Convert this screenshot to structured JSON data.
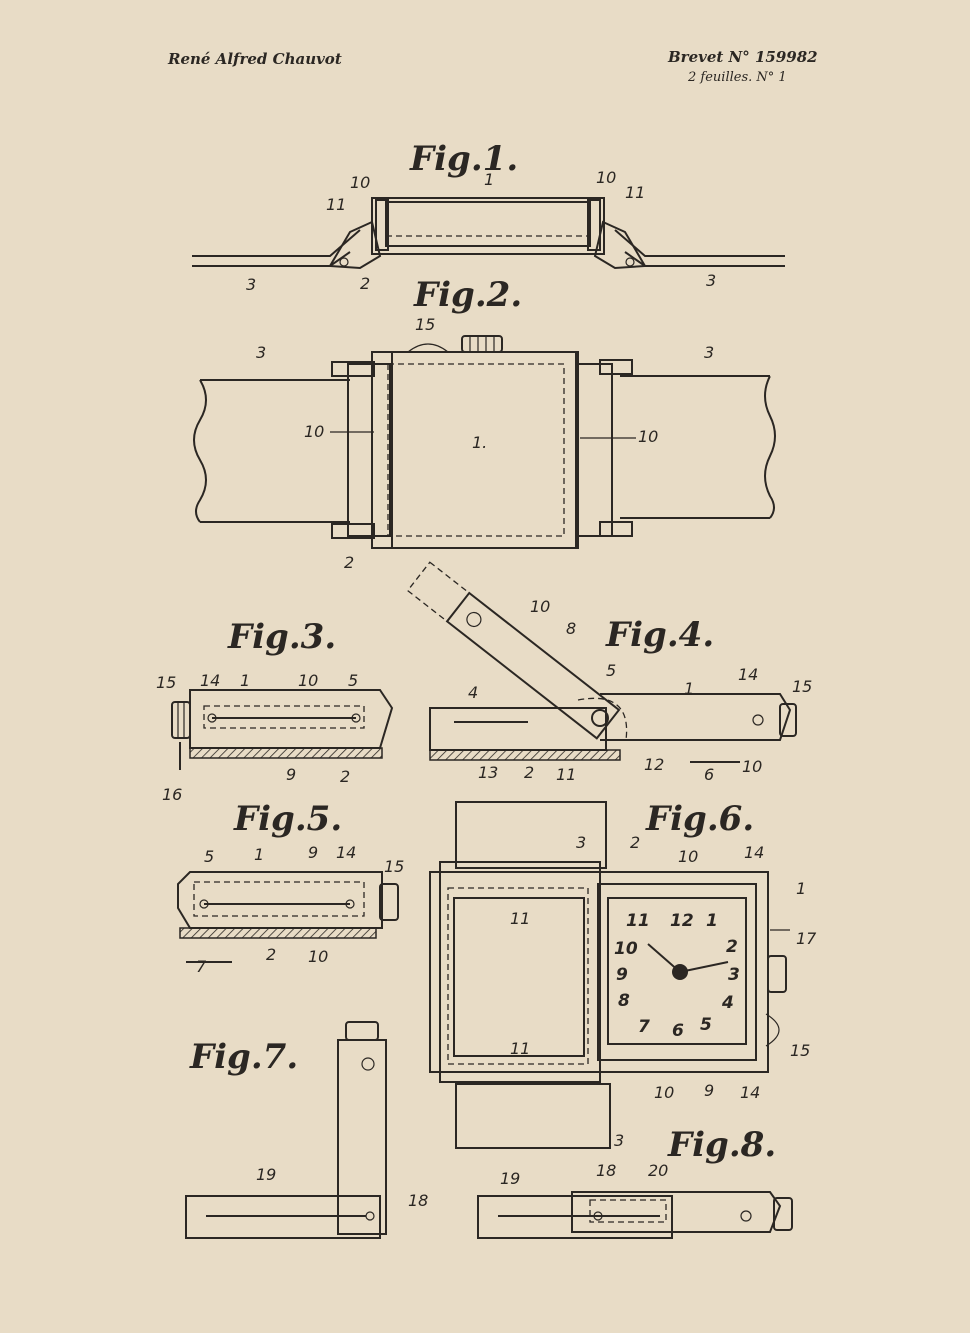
{
  "header": {
    "author": "René Alfred Chauvot",
    "brevet": "Brevet N° 159982",
    "feuilles": "2 feuilles.  N° 1"
  },
  "figures": {
    "fig1": "Fig.1.",
    "fig2": "Fig.2.",
    "fig3": "Fig.3.",
    "fig4": "Fig.4.",
    "fig5": "Fig.5.",
    "fig6": "Fig.6.",
    "fig7": "Fig.7.",
    "fig8": "Fig.8."
  },
  "refs": {
    "r1": "1",
    "r1dot": "1.",
    "r2": "2",
    "r3": "3",
    "r4": "4",
    "r5": "5",
    "r6": "6",
    "r7": "7",
    "r8": "8",
    "r9": "9",
    "r10": "10",
    "r11": "11",
    "r12": "12",
    "r13": "13",
    "r14": "14",
    "r15": "15",
    "r16": "16",
    "r17": "17",
    "r18": "18",
    "r19": "19",
    "r20": "20"
  },
  "dial_numerals": [
    "11",
    "12",
    "1",
    "2",
    "3",
    "4",
    "5",
    "6",
    "7",
    "8",
    "9",
    "10"
  ]
}
